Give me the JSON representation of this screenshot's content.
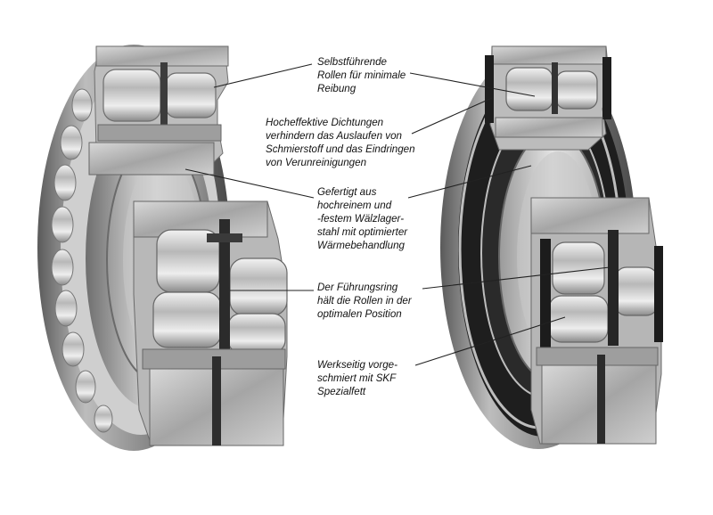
{
  "diagram": {
    "callouts": [
      {
        "id": "rollers",
        "lines": [
          "Selbstführende",
          "Rollen für minimale",
          "Reibung"
        ]
      },
      {
        "id": "seals",
        "lines": [
          "Hocheffektive Dichtungen",
          "verhindern das Auslaufen von",
          "Schmierstoff und das Eindringen",
          "von Verunreinigungen"
        ]
      },
      {
        "id": "steel",
        "lines": [
          "Gefertigt aus",
          "hochreinem und",
          "-festem Wälzlager-",
          "stahl mit optimierter",
          "Wärmebehandlung"
        ]
      },
      {
        "id": "guide-ring",
        "lines": [
          "Der Führungsring",
          "hält die Rollen in der",
          "optimalen Position"
        ]
      },
      {
        "id": "grease",
        "lines": [
          "Werkseitig vorge-",
          "schmiert mit SKF",
          "Spezialfett"
        ]
      }
    ],
    "colors": {
      "steel_light": "#e6e6e6",
      "steel_mid": "#a8a8a8",
      "steel_dark": "#5c5c5c",
      "seal_black": "#1e1e1e",
      "leader_line": "#222222"
    }
  }
}
